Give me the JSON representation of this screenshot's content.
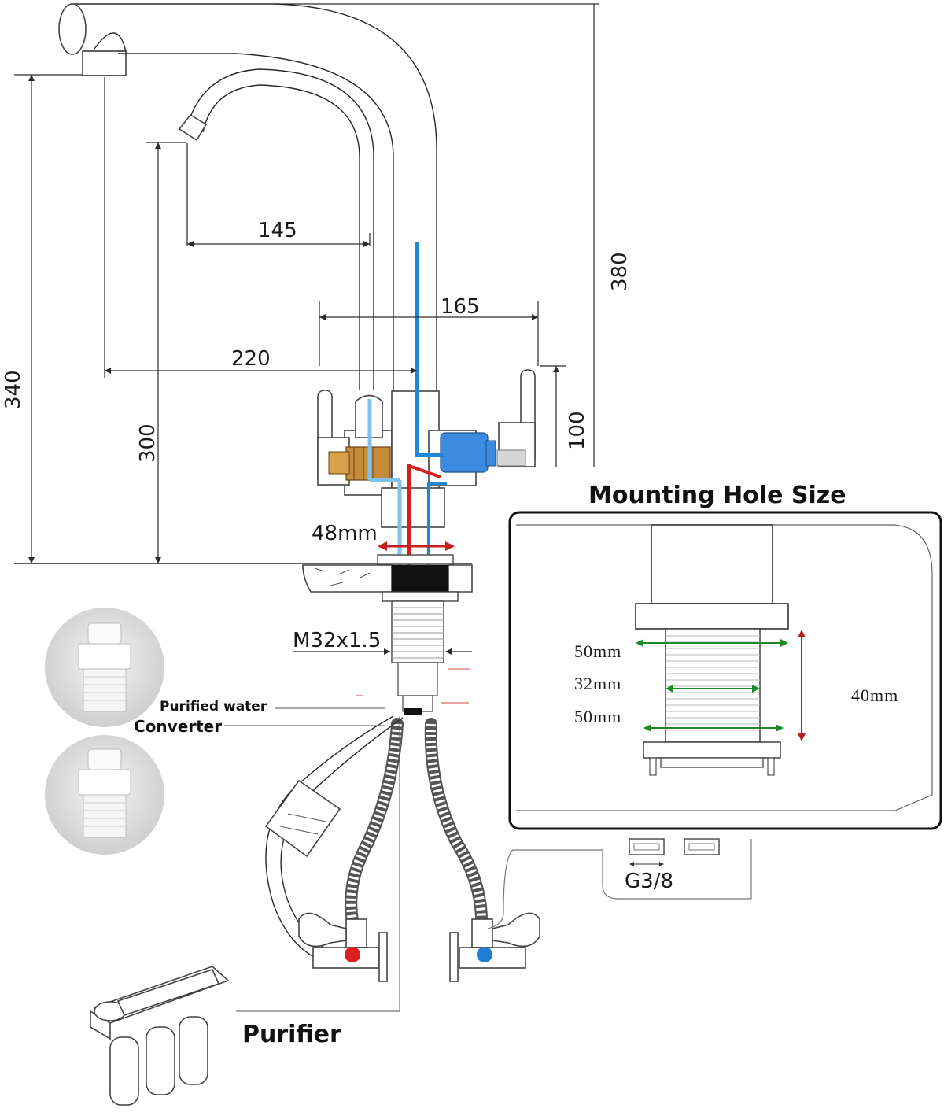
{
  "dimensions": {
    "d145": "145",
    "d165": "165",
    "d220": "220",
    "d340": "340",
    "d300": "300",
    "d380": "380",
    "d100": "100",
    "d48mm": "48mm",
    "thread": "M32x1.5",
    "g38": "G3/8"
  },
  "labels": {
    "converter_line1": "Purified water",
    "converter_line2": "Converter",
    "purifier": "Purifier"
  },
  "mounting": {
    "title": "Mounting Hole Size",
    "top_width": "50mm",
    "mid_width": "32mm",
    "bottom_width": "50mm",
    "height": "40mm"
  },
  "colors": {
    "purified_water": "#1e88d8",
    "purified_light": "#7ec3ee",
    "hot_water": "#d62020",
    "cold_valve": "#1f7fd6",
    "hot_valve": "#e02020",
    "dimension_green": "#1a8a2a",
    "dimension_red": "#b81c1c"
  }
}
